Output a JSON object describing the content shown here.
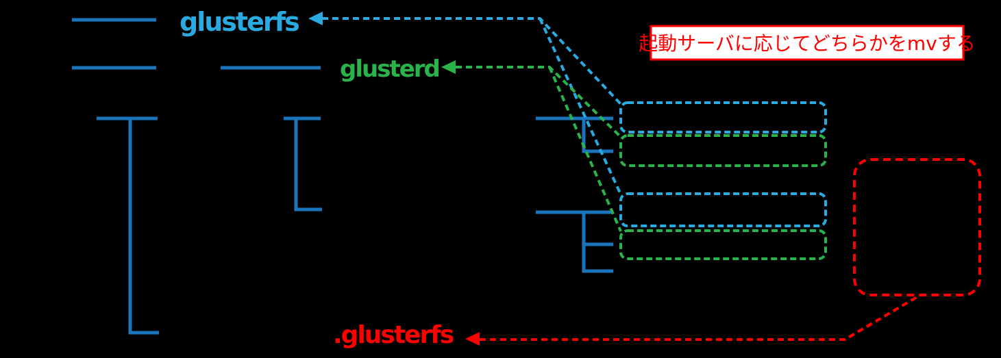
{
  "background": "#000000",
  "colors": {
    "tree_blue": "#1B75BC",
    "accent_blue": "#29ABE2",
    "accent_green": "#2AB24B",
    "accent_red": "#FE0000",
    "annotation_bg": "#FFFFFF"
  },
  "labels": {
    "glusterfs_binary": "glusterfs",
    "glusterd_binary": "glusterd",
    "glusterfs_hidden_dir": ".glusterfs"
  },
  "annotation": {
    "text": "起動サーバに応じてどちらかをmvする"
  }
}
